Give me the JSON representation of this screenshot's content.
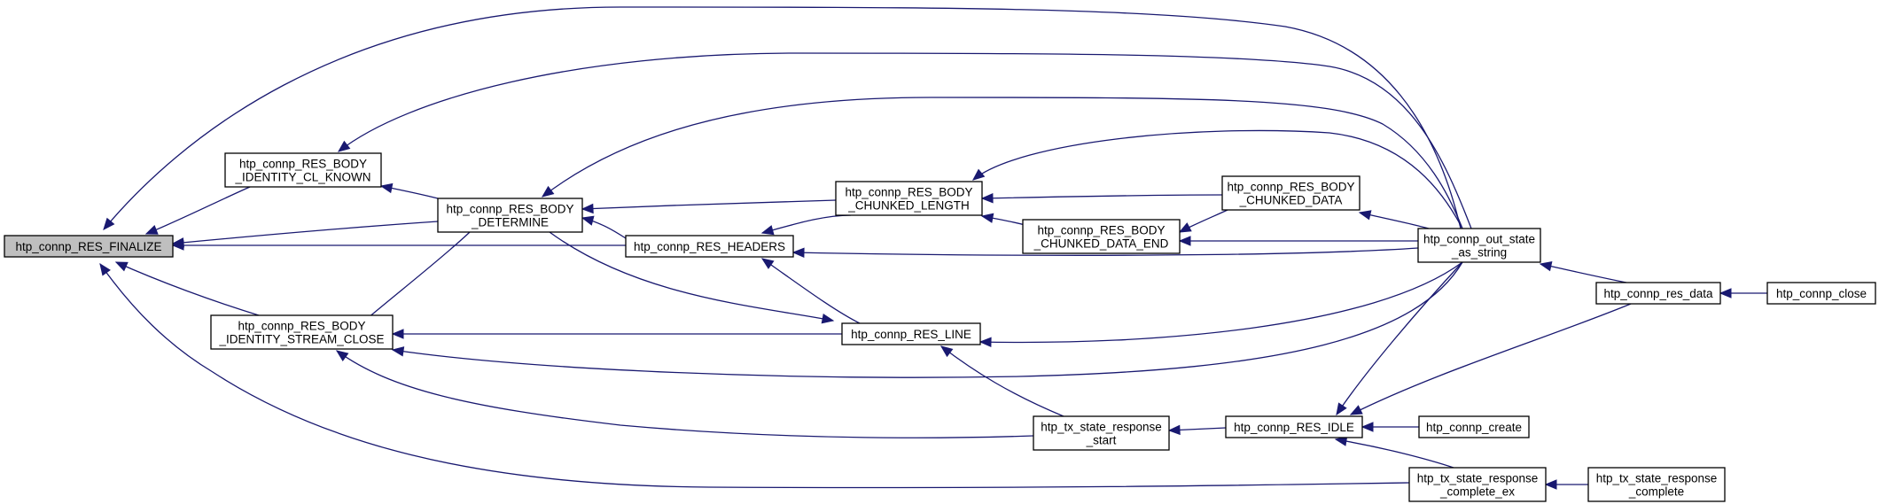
{
  "diagram": {
    "nodes": [
      {
        "id": "finalize",
        "lines": [
          "htp_connp_RES_FINALIZE"
        ],
        "highlight": true
      },
      {
        "id": "identity_cl_known",
        "lines": [
          "htp_connp_RES_BODY",
          "_IDENTITY_CL_KNOWN"
        ]
      },
      {
        "id": "determine",
        "lines": [
          "htp_connp_RES_BODY",
          "_DETERMINE"
        ]
      },
      {
        "id": "identity_stream_close",
        "lines": [
          "htp_connp_RES_BODY",
          "_IDENTITY_STREAM_CLOSE"
        ]
      },
      {
        "id": "headers",
        "lines": [
          "htp_connp_RES_HEADERS"
        ]
      },
      {
        "id": "chunked_length",
        "lines": [
          "htp_connp_RES_BODY",
          "_CHUNKED_LENGTH"
        ]
      },
      {
        "id": "line",
        "lines": [
          "htp_connp_RES_LINE"
        ]
      },
      {
        "id": "chunked_data",
        "lines": [
          "htp_connp_RES_BODY",
          "_CHUNKED_DATA"
        ]
      },
      {
        "id": "chunked_data_end",
        "lines": [
          "htp_connp_RES_BODY",
          "_CHUNKED_DATA_END"
        ]
      },
      {
        "id": "tx_state_response_start",
        "lines": [
          "htp_tx_state_response",
          "_start"
        ]
      },
      {
        "id": "idle",
        "lines": [
          "htp_connp_RES_IDLE"
        ]
      },
      {
        "id": "out_state_as_string",
        "lines": [
          "htp_connp_out_state",
          "_as_string"
        ]
      },
      {
        "id": "tx_state_response_complete_ex",
        "lines": [
          "htp_tx_state_response",
          "_complete_ex"
        ]
      },
      {
        "id": "res_data",
        "lines": [
          "htp_connp_res_data"
        ]
      },
      {
        "id": "create",
        "lines": [
          "htp_connp_create"
        ]
      },
      {
        "id": "close",
        "lines": [
          "htp_connp_close"
        ]
      },
      {
        "id": "tx_state_response_complete",
        "lines": [
          "htp_tx_state_response",
          "_complete"
        ]
      }
    ],
    "edge_color": "#191970"
  }
}
